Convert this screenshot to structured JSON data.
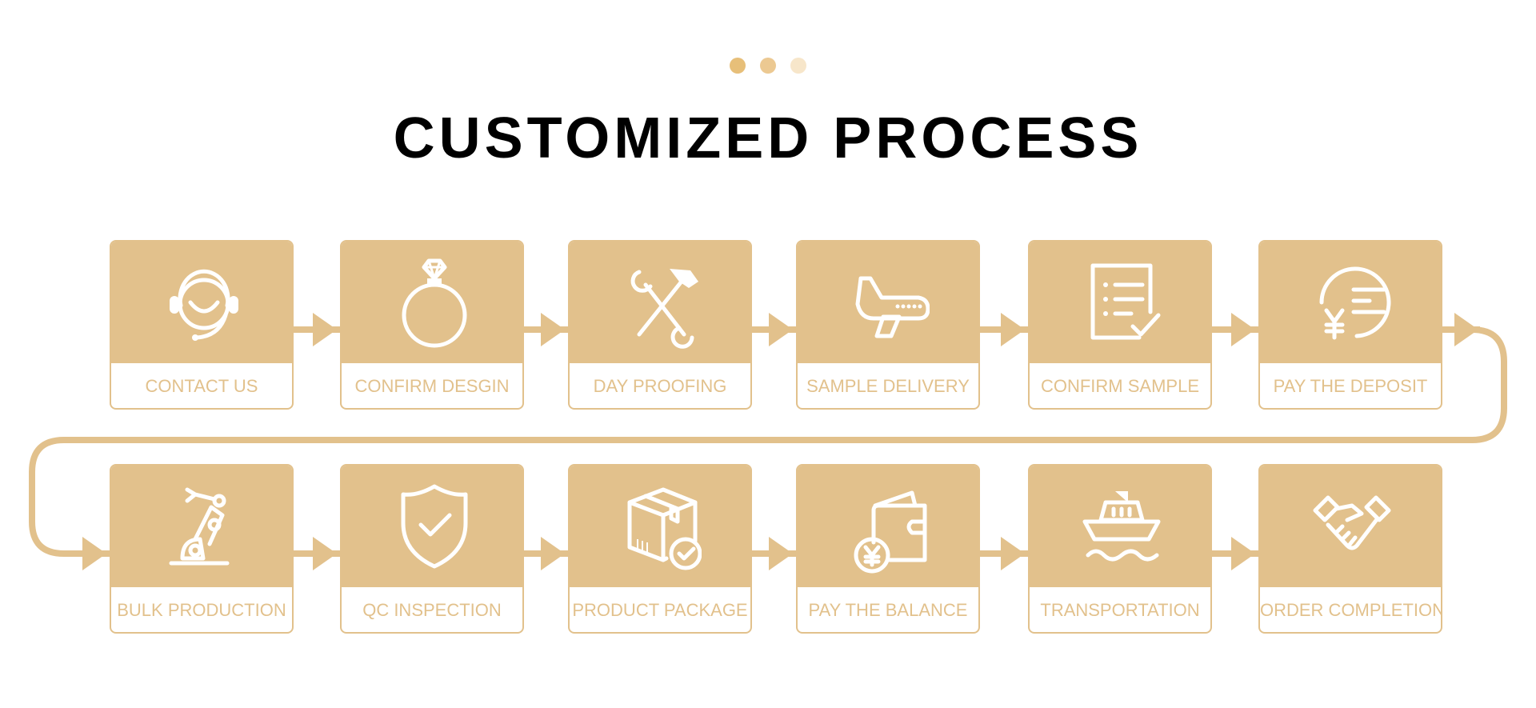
{
  "header": {
    "title": "CUSTOMIZED PROCESS",
    "dot_colors": [
      "#e7bf79",
      "#ecc992",
      "#f7e6ca"
    ]
  },
  "colors": {
    "accent": "#e2c18c",
    "label_text": "#e2c18c",
    "title_text": "#000000"
  },
  "process": {
    "rows": [
      [
        {
          "label": "CONTACT US",
          "icon": "headset-icon"
        },
        {
          "label": "CONFIRM DESGIN",
          "icon": "diamond-ring-icon"
        },
        {
          "label": "DAY PROOFING",
          "icon": "hammer-wrench-icon"
        },
        {
          "label": "SAMPLE DELIVERY",
          "icon": "airplane-icon"
        },
        {
          "label": "CONFIRM SAMPLE",
          "icon": "checklist-icon"
        },
        {
          "label": "PAY THE DEPOSIT",
          "icon": "yuan-coin-icon"
        }
      ],
      [
        {
          "label": "BULK PRODUCTION",
          "icon": "robot-arm-icon"
        },
        {
          "label": "QC INSPECTION",
          "icon": "shield-check-icon"
        },
        {
          "label": "PRODUCT PACKAGE",
          "icon": "package-check-icon"
        },
        {
          "label": "PAY THE BALANCE",
          "icon": "wallet-icon"
        },
        {
          "label": "TRANSPORTATION",
          "icon": "ship-icon"
        },
        {
          "label": "ORDER COMPLETION",
          "icon": "handshake-icon"
        }
      ]
    ]
  }
}
